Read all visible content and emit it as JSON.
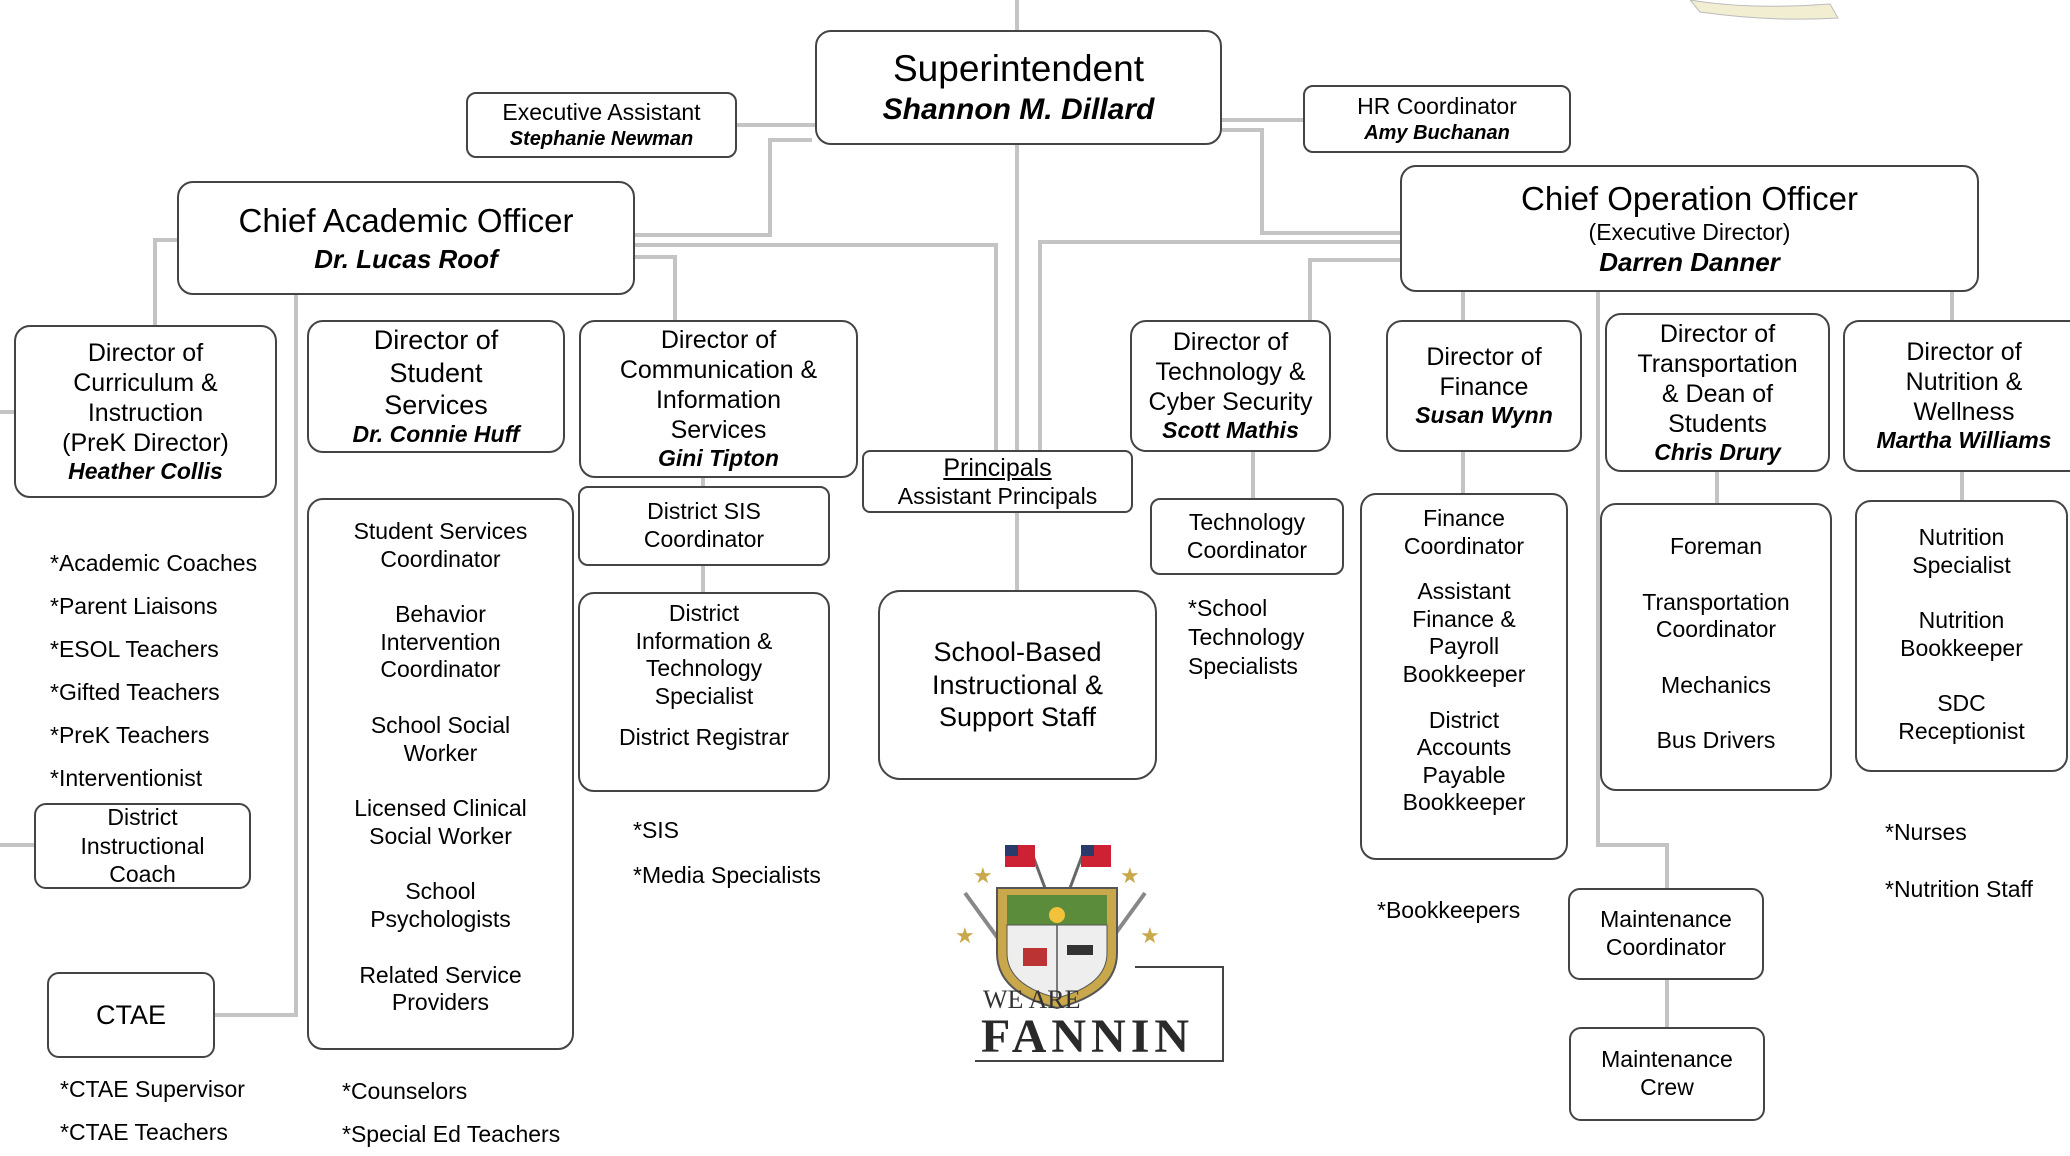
{
  "superintendent": {
    "title": "Superintendent",
    "name": "Shannon M. Dillard"
  },
  "executive_assistant": {
    "title": "Executive Assistant",
    "name": "Stephanie Newman"
  },
  "hr_coordinator": {
    "title": "HR Coordinator",
    "name": "Amy Buchanan"
  },
  "chief_academic": {
    "title": "Chief Academic Officer",
    "name": "Dr. Lucas Roof"
  },
  "chief_operation": {
    "title": "Chief Operation Officer",
    "subtitle": "(Executive Director)",
    "name": "Darren Danner"
  },
  "dir_curriculum": {
    "lines": [
      "Director of",
      "Curriculum &",
      "Instruction",
      "(PreK Director)"
    ],
    "name": "Heather Collis"
  },
  "curriculum_notes": [
    "*Academic Coaches",
    "*Parent Liaisons",
    "*ESOL Teachers",
    "*Gifted Teachers",
    "*PreK Teachers",
    "*Interventionist"
  ],
  "district_instructional_coach": {
    "lines": [
      "District",
      "Instructional",
      "Coach"
    ]
  },
  "ctae": {
    "label": "CTAE",
    "notes": [
      "*CTAE Supervisor",
      "*CTAE Teachers"
    ]
  },
  "dir_student_services": {
    "lines": [
      "Director of",
      "Student",
      "Services"
    ],
    "name": "Dr. Connie Huff"
  },
  "student_services_staff": [
    {
      "lines": [
        "Student Services",
        "Coordinator"
      ]
    },
    {
      "lines": [
        "Behavior",
        "Intervention",
        "Coordinator"
      ]
    },
    {
      "lines": [
        "School Social",
        "Worker"
      ]
    },
    {
      "lines": [
        "Licensed Clinical",
        "Social Worker"
      ]
    },
    {
      "lines": [
        "School",
        "Psychologists"
      ]
    },
    {
      "lines": [
        "Related Service",
        "Providers"
      ]
    }
  ],
  "student_services_notes": [
    "*Counselors",
    "*Special Ed Teachers"
  ],
  "dir_communication": {
    "lines": [
      "Director of",
      "Communication &",
      "Information",
      "Services"
    ],
    "name": "Gini Tipton"
  },
  "district_sis": {
    "lines": [
      "District SIS",
      "Coordinator"
    ]
  },
  "district_info_tech": {
    "lines": [
      "District",
      "Information &",
      "Technology",
      "Specialist"
    ],
    "extra": "District Registrar"
  },
  "communication_notes": [
    "*SIS",
    "*Media Specialists"
  ],
  "principals": {
    "title": "Principals",
    "subtitle": "Assistant Principals"
  },
  "school_based": {
    "lines": [
      "School-Based",
      "Instructional &",
      "Support Staff"
    ]
  },
  "logo": {
    "line1": "WE ARE",
    "line2": "FANNIN"
  },
  "dir_technology": {
    "lines": [
      "Director of",
      "Technology &",
      "Cyber Security"
    ],
    "name": "Scott Mathis"
  },
  "technology_coordinator": {
    "lines": [
      "Technology",
      "Coordinator"
    ]
  },
  "technology_notes": [
    "*School",
    "Technology",
    "Specialists"
  ],
  "dir_finance": {
    "lines": [
      "Director of",
      "Finance"
    ],
    "name": "Susan Wynn"
  },
  "finance_staff": [
    {
      "lines": [
        "Finance",
        "Coordinator"
      ]
    },
    {
      "lines": [
        "Assistant",
        "Finance &",
        "Payroll",
        "Bookkeeper"
      ]
    },
    {
      "lines": [
        "District",
        "Accounts",
        "Payable",
        "Bookkeeper"
      ]
    }
  ],
  "finance_notes": [
    "*Bookkeepers"
  ],
  "dir_transportation": {
    "lines": [
      "Director of",
      "Transportation",
      "& Dean of",
      "Students"
    ],
    "name": "Chris Drury"
  },
  "transportation_staff": [
    {
      "lines": [
        "Foreman"
      ]
    },
    {
      "lines": [
        "Transportation",
        "Coordinator"
      ]
    },
    {
      "lines": [
        "Mechanics"
      ]
    },
    {
      "lines": [
        "Bus Drivers"
      ]
    }
  ],
  "maintenance_coordinator": {
    "lines": [
      "Maintenance",
      "Coordinator"
    ]
  },
  "maintenance_crew": {
    "lines": [
      "Maintenance",
      "Crew"
    ]
  },
  "dir_nutrition": {
    "lines": [
      "Director of",
      "Nutrition &",
      "Wellness"
    ],
    "name": "Martha Williams"
  },
  "nutrition_staff": [
    {
      "lines": [
        "Nutrition",
        "Specialist"
      ]
    },
    {
      "lines": [
        "Nutrition",
        "Bookkeeper"
      ]
    },
    {
      "lines": [
        "SDC",
        "Receptionist"
      ]
    }
  ],
  "nutrition_notes": [
    "*Nurses",
    "*Nutrition Staff"
  ],
  "colors": {
    "line": "#c4c4c4",
    "border": "#444444",
    "logo_green": "#5a8c3c",
    "logo_gold": "#c8a84b",
    "logo_navy": "#2a3a6a"
  }
}
